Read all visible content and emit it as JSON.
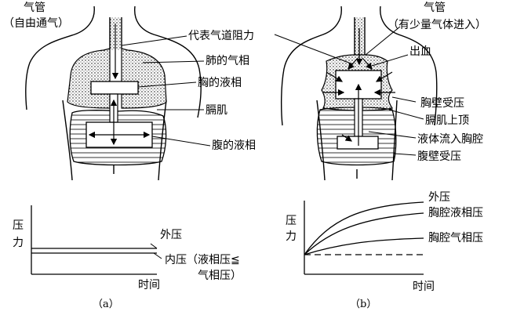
{
  "panel_a": {
    "label_trachea": "气管",
    "label_trachea_note": "（自由通气）",
    "label_airway_resistance": "代表气道阻力",
    "label_lung_gas": "肺的气相",
    "label_chest_liquid": "胸的液相",
    "label_diaphragm": "膈肌",
    "label_abdomen_liquid": "腹的液相",
    "graph": {
      "y_label_1": "压",
      "y_label_2": "力",
      "x_label": "时间",
      "external_pressure": "外压",
      "internal_pressure_1": "内压（液相压≦",
      "internal_pressure_2": "气相压）"
    },
    "caption": "（a）"
  },
  "panel_b": {
    "label_trachea": "气管",
    "label_trachea_note": "（有少量气体进入）",
    "label_bleeding": "出血",
    "label_chest_wall": "胸壁受压",
    "label_diaphragm_up": "膈肌上顶",
    "label_liquid_flow": "液体流入胸腔",
    "label_abdomen_wall": "腹壁受压",
    "graph": {
      "y_label_1": "压",
      "y_label_2": "力",
      "x_label": "时间",
      "external_pressure": "外压",
      "chest_liquid_pressure": "胸腔液相压",
      "chest_gas_pressure": "胸腔气相压"
    },
    "caption": "（b）"
  }
}
